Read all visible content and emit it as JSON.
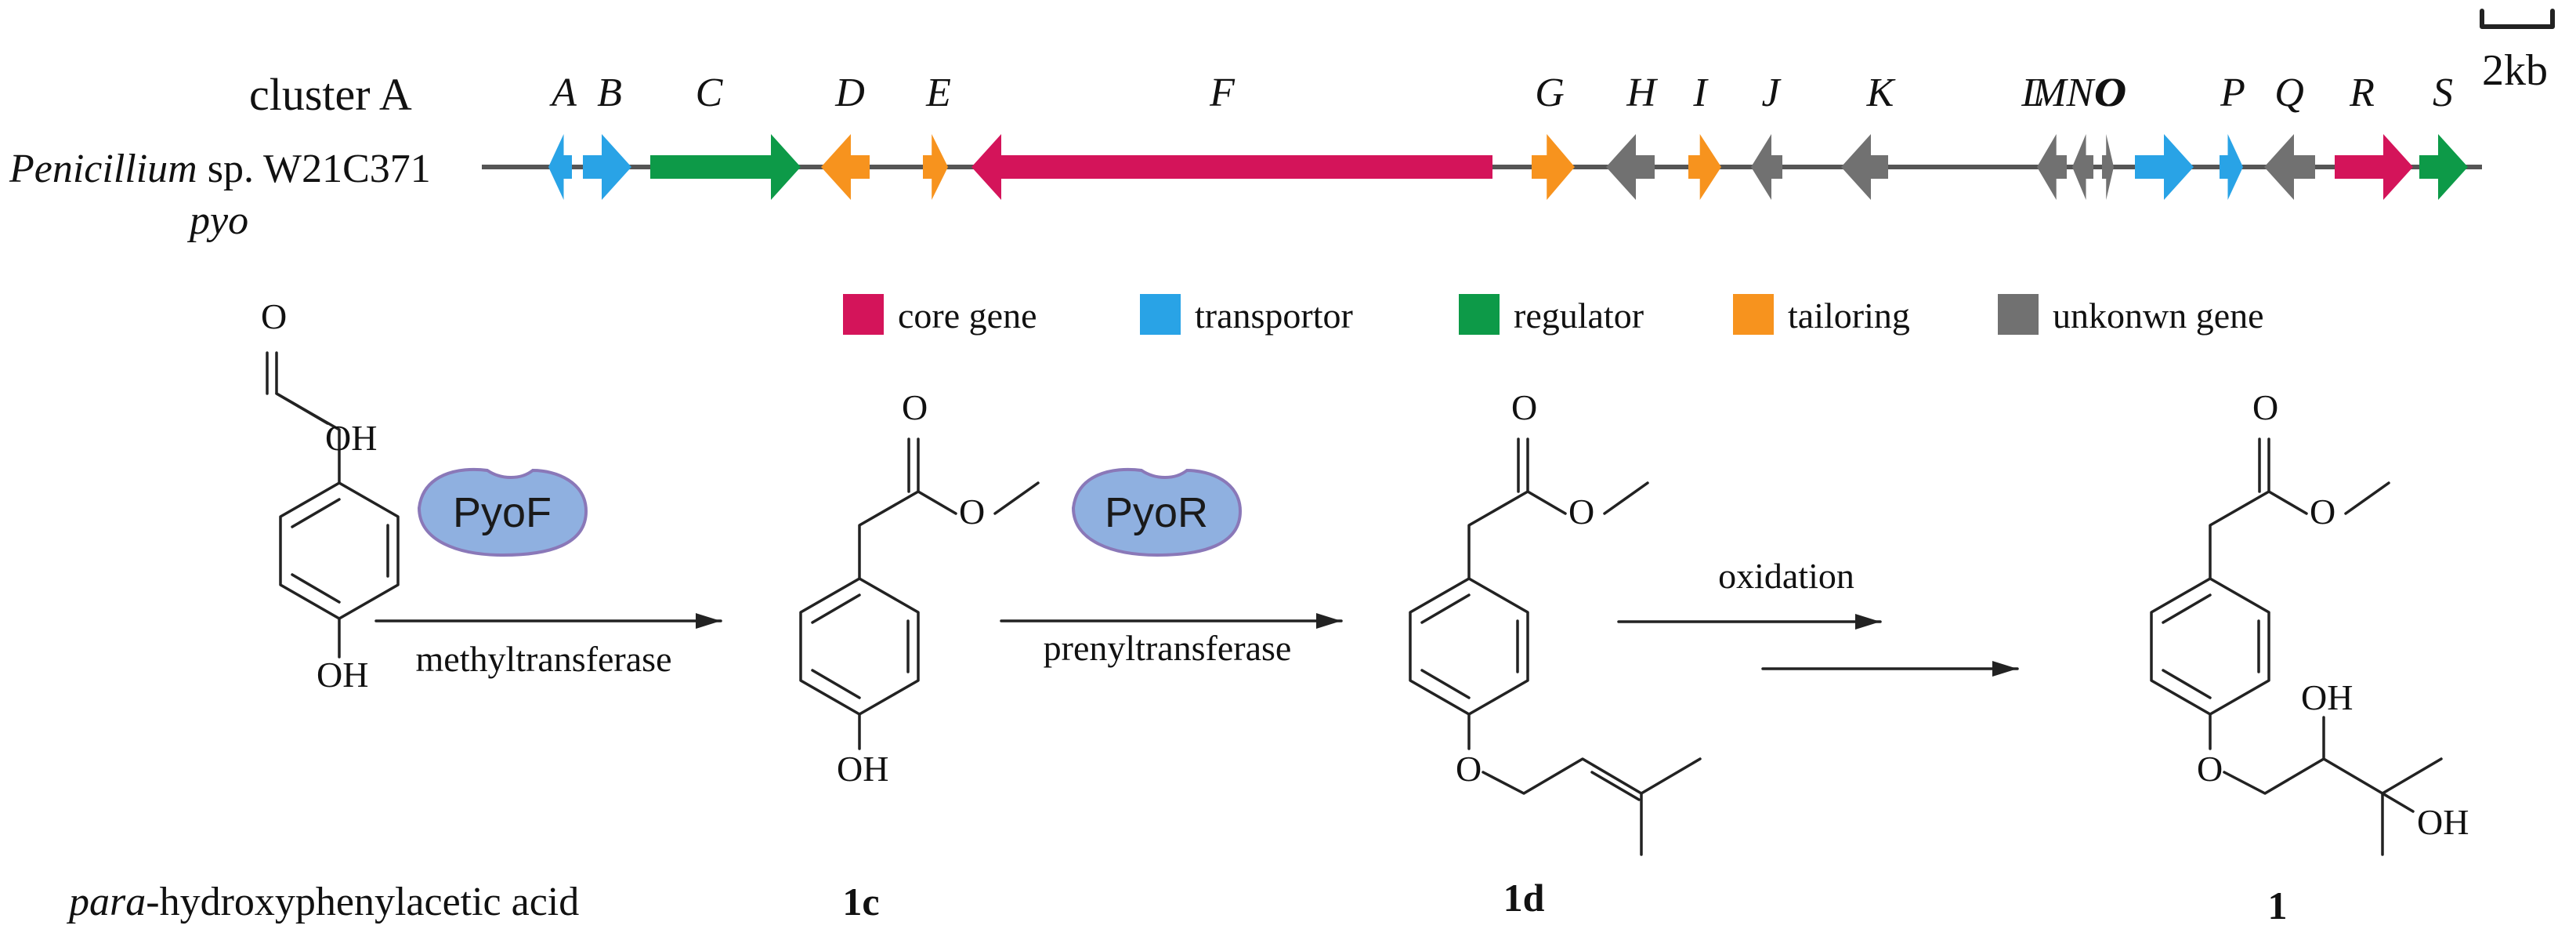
{
  "scale_bar": {
    "label": "2kb"
  },
  "cluster": {
    "name": "cluster A",
    "organism_italic": "Penicillium",
    "organism_rest": " sp. W21C371",
    "cluster_id": "pyo"
  },
  "genes": [
    {
      "label": "A",
      "category": "transportor",
      "strand": "-"
    },
    {
      "label": "B",
      "category": "transportor",
      "strand": "+"
    },
    {
      "label": "C",
      "category": "regulator",
      "strand": "+"
    },
    {
      "label": "D",
      "category": "tailoring",
      "strand": "-"
    },
    {
      "label": "E",
      "category": "tailoring",
      "strand": "+"
    },
    {
      "label": "F",
      "category": "core gene",
      "strand": "-"
    },
    {
      "label": "G",
      "category": "tailoring",
      "strand": "+"
    },
    {
      "label": "H",
      "category": "unkonwn gene",
      "strand": "-"
    },
    {
      "label": "I",
      "category": "tailoring",
      "strand": "+"
    },
    {
      "label": "J",
      "category": "unkonwn gene",
      "strand": "-"
    },
    {
      "label": "K",
      "category": "unkonwn gene",
      "strand": "-"
    },
    {
      "label": "L",
      "category": "unkonwn gene",
      "strand": "-"
    },
    {
      "label": "M",
      "category": "unkonwn gene",
      "strand": "-"
    },
    {
      "label": "N",
      "category": "unkonwn gene",
      "strand": "+"
    },
    {
      "label": "O",
      "category": "transportor",
      "strand": "+"
    },
    {
      "label": "P",
      "category": "transportor",
      "strand": "+"
    },
    {
      "label": "Q",
      "category": "unkonwn gene",
      "strand": "-"
    },
    {
      "label": "R",
      "category": "core gene",
      "strand": "+"
    },
    {
      "label": "S",
      "category": "regulator",
      "strand": "+"
    }
  ],
  "gene_label_lmno": "MNO",
  "legend": [
    {
      "label": "core gene",
      "color": "#d4145a"
    },
    {
      "label": "transportor",
      "color": "#29a3e6"
    },
    {
      "label": "regulator",
      "color": "#0d9a48"
    },
    {
      "label": "tailoring",
      "color": "#f7931e"
    },
    {
      "label": "unkonwn gene",
      "color": "#717171"
    }
  ],
  "colors": {
    "core gene": "#d4145a",
    "transportor": "#29a3e6",
    "regulator": "#0d9a48",
    "tailoring": "#f7931e",
    "unkonwn gene": "#717171",
    "enzyme_fill": "#8fb0e0",
    "enzyme_stroke": "#8a78b8"
  },
  "pathway": {
    "enzymes": [
      {
        "name": "PyoF",
        "reaction": "methyltransferase"
      },
      {
        "name": "PyoR",
        "reaction": "prenyltransferase"
      }
    ],
    "step3_label": "oxidation",
    "atoms": {
      "O": "O",
      "OH": "OH"
    },
    "compounds": [
      {
        "prefix_italic": "para",
        "name": "-hydroxyphenylacetic acid"
      },
      {
        "name": "1c"
      },
      {
        "name": "1d"
      },
      {
        "name": "1"
      }
    ]
  }
}
